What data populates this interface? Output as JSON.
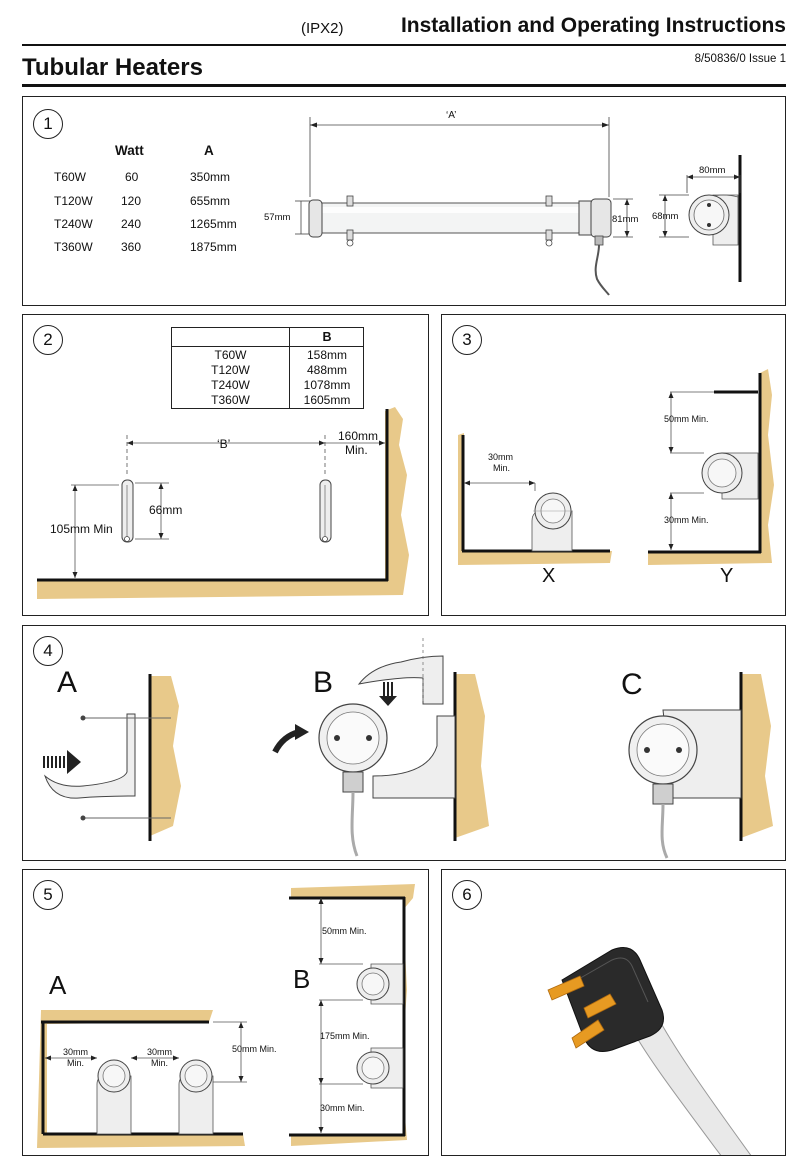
{
  "header": {
    "ipx": "(IPX2)",
    "title": "Installation and Operating Instructions",
    "subtitle": "Tubular Heaters",
    "doc_code": "8/50836/0  Issue 1"
  },
  "panel1": {
    "number": "1",
    "col_watt": "Watt",
    "col_a": "A",
    "rows": [
      {
        "model": "T60W",
        "watt": "60",
        "a": "350mm"
      },
      {
        "model": "T120W",
        "watt": "120",
        "a": "655mm"
      },
      {
        "model": "T240W",
        "watt": "240",
        "a": "1265mm"
      },
      {
        "model": "T360W",
        "watt": "360",
        "a": "1875mm"
      }
    ],
    "dim_a": "‘A’",
    "dim_57": "57mm",
    "dim_81": "81mm",
    "dim_80": "80mm",
    "dim_68": "68mm"
  },
  "panel2": {
    "number": "2",
    "col_b": "B",
    "rows": [
      {
        "model": "T60W",
        "b": "158mm"
      },
      {
        "model": "T120W",
        "b": "488mm"
      },
      {
        "model": "T240W",
        "b": "1078mm"
      },
      {
        "model": "T360W",
        "b": "1605mm"
      }
    ],
    "dim_b": "‘B’",
    "dim_160": "160mm",
    "dim_160b": "Min.",
    "dim_66": "66mm",
    "dim_105": "105mm Min"
  },
  "panel3": {
    "number": "3",
    "dim_30a": "30mm",
    "dim_30a_min": "Min.",
    "dim_50": "50mm Min.",
    "dim_30b": "30mm Min.",
    "label_x": "X",
    "label_y": "Y"
  },
  "panel4": {
    "number": "4",
    "label_a": "A",
    "label_b": "B",
    "label_c": "C"
  },
  "panel5": {
    "number": "5",
    "label_a": "A",
    "label_b": "B",
    "dim_30_1": "30mm",
    "dim_30_1_min": "Min.",
    "dim_30_2": "30mm",
    "dim_30_2_min": "Min.",
    "dim_50a": "50mm Min.",
    "dim_50b": "50mm Min.",
    "dim_175": "175mm Min.",
    "dim_30b": "30mm Min."
  },
  "panel6": {
    "number": "6"
  }
}
